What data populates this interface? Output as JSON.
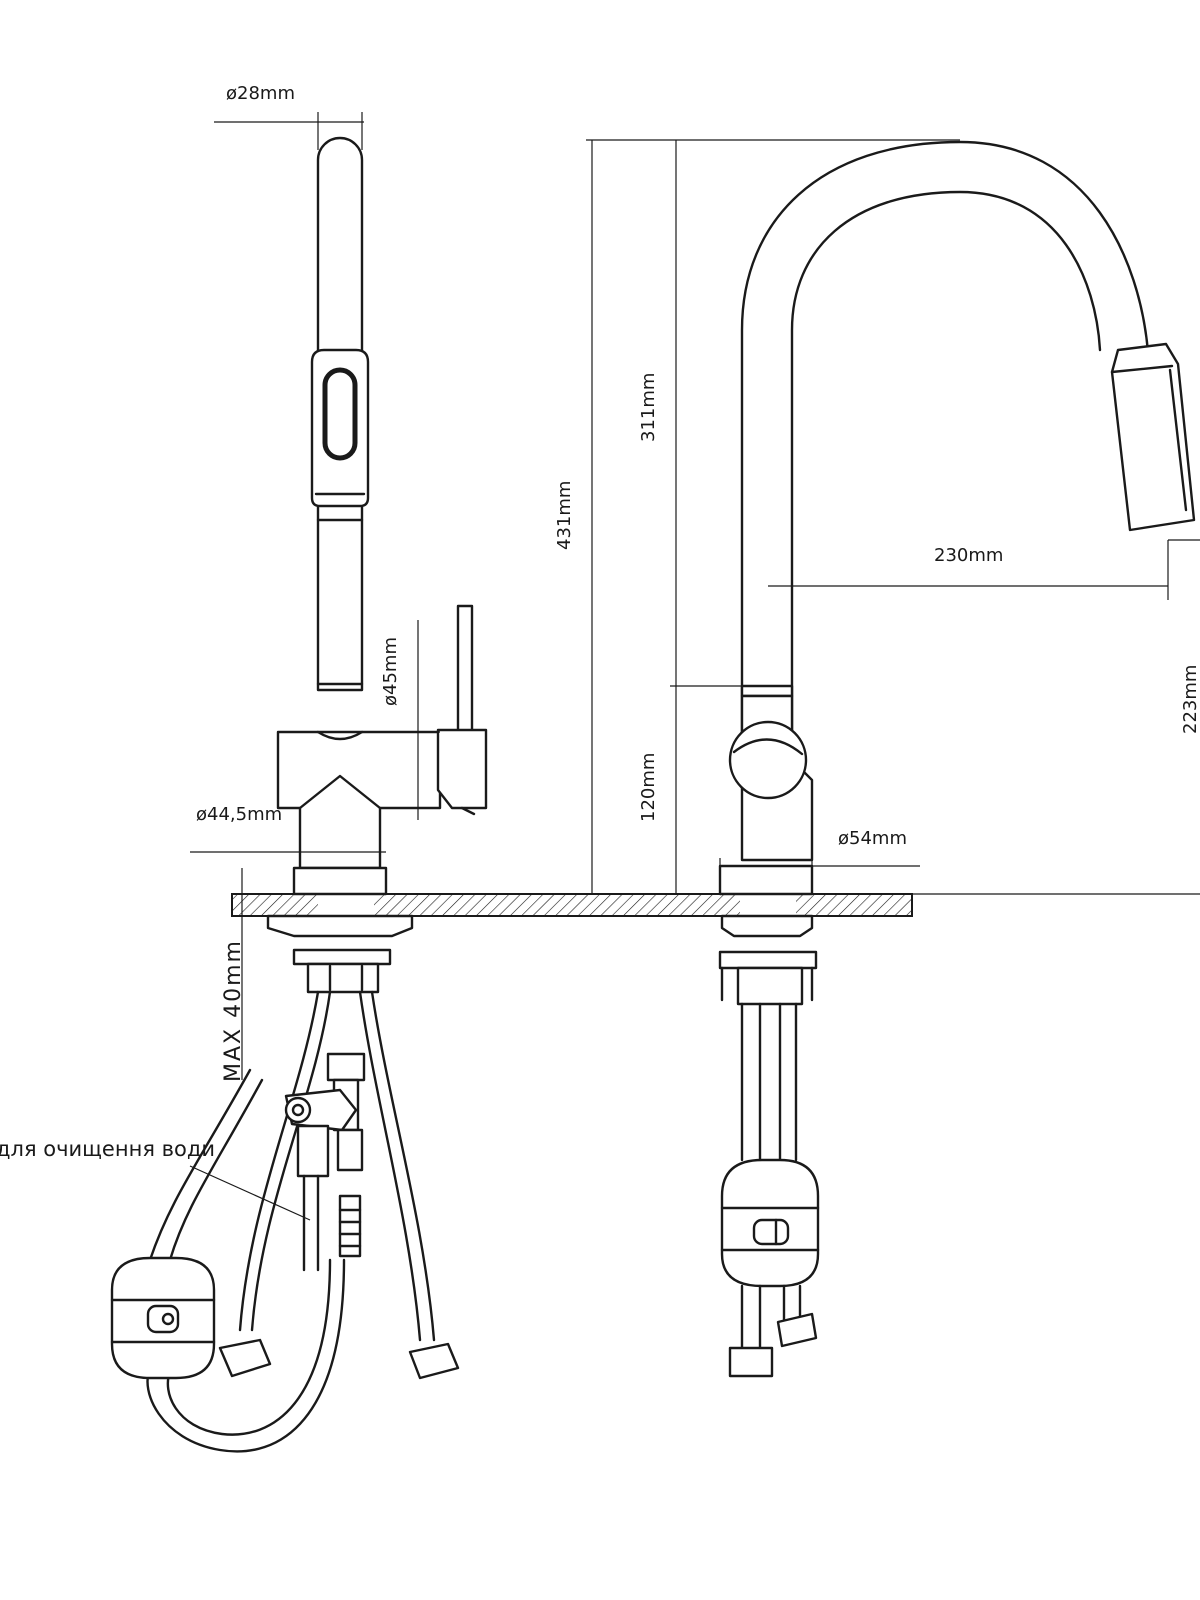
{
  "labels": {
    "dia_spout_top": "ø28mm",
    "dia_body": "ø45mm",
    "dia_base_left": "ø44,5mm",
    "dia_base_right": "ø54mm",
    "max_thickness": "MAX  40mm",
    "height_total": "431mm",
    "height_spout": "311mm",
    "height_body": "120mm",
    "reach": "230mm",
    "height_outlet": "223mm",
    "filter_note": "для очищення води"
  }
}
